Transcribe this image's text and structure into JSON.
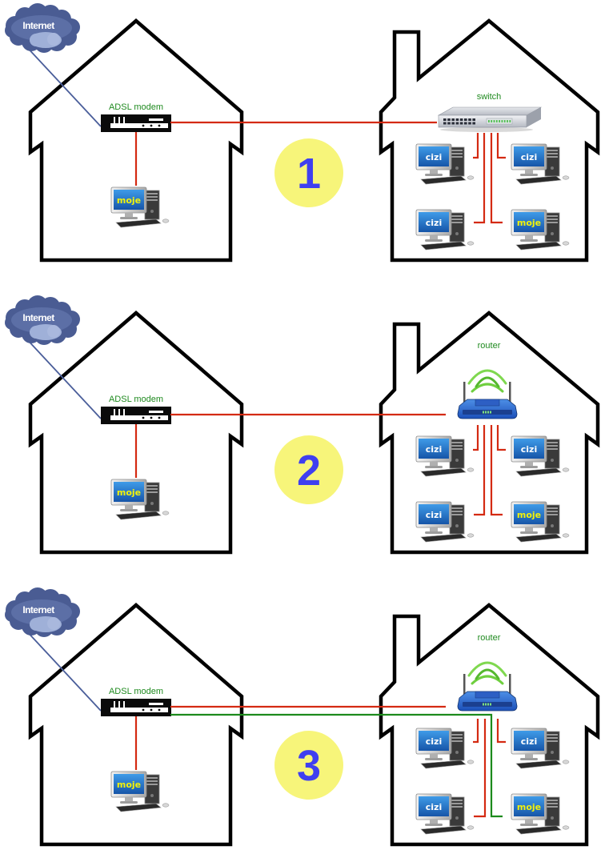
{
  "diagram": {
    "description": "Three home network scenarios connecting an ADSL modem in one house to computers in a neighbouring house",
    "colors": {
      "house_outline": "#000000",
      "ethernet_cable": "#d42a12",
      "extra_cable": "#1c8a1c",
      "internet_link": "#4a5e9a",
      "label_green": "#1f8a1f",
      "badge_fill": "#f7f57a",
      "badge_text": "#3f3ff0",
      "screen_blue": "#1e6fc8",
      "label_own": "#f2f20a",
      "label_other": "#ffffff"
    },
    "labels": {
      "internet": "Internet",
      "modem": "ADSL modem",
      "switch": "switch",
      "router": "router",
      "own_pc": "moje",
      "other_pc": "cizi"
    },
    "panels": [
      {
        "number": "1",
        "hub_type": "switch",
        "hub_label": "switch",
        "left_house": {
          "pc": "moje"
        },
        "right_house": {
          "pcs": [
            "cizi",
            "cizi",
            "cizi",
            "moje"
          ]
        },
        "links": [
          {
            "from": "Internet",
            "to": "ADSL modem",
            "color": "internet_link"
          },
          {
            "from": "ADSL modem",
            "to": "moje (left house)",
            "color": "ethernet_cable"
          },
          {
            "from": "ADSL modem",
            "to": "switch",
            "color": "ethernet_cable"
          },
          {
            "from": "switch",
            "to": "4 PCs",
            "color": "ethernet_cable"
          }
        ]
      },
      {
        "number": "2",
        "hub_type": "router",
        "hub_label": "router",
        "left_house": {
          "pc": "moje"
        },
        "right_house": {
          "pcs": [
            "cizi",
            "cizi",
            "cizi",
            "moje"
          ]
        },
        "links": [
          {
            "from": "Internet",
            "to": "ADSL modem",
            "color": "internet_link"
          },
          {
            "from": "ADSL modem",
            "to": "moje (left house)",
            "color": "ethernet_cable"
          },
          {
            "from": "ADSL modem",
            "to": "router",
            "color": "ethernet_cable"
          },
          {
            "from": "router",
            "to": "4 PCs",
            "color": "ethernet_cable"
          }
        ]
      },
      {
        "number": "3",
        "hub_type": "router",
        "hub_label": "router",
        "left_house": {
          "pc": "moje"
        },
        "right_house": {
          "pcs": [
            "cizi",
            "cizi",
            "cizi",
            "moje"
          ]
        },
        "links": [
          {
            "from": "Internet",
            "to": "ADSL modem",
            "color": "internet_link"
          },
          {
            "from": "ADSL modem",
            "to": "moje (left house)",
            "color": "ethernet_cable"
          },
          {
            "from": "ADSL modem",
            "to": "router",
            "color": "ethernet_cable"
          },
          {
            "from": "ADSL modem",
            "to": "moje (right house)",
            "color": "extra_cable"
          },
          {
            "from": "router",
            "to": "3 cizi PCs",
            "color": "ethernet_cable"
          }
        ]
      }
    ]
  }
}
